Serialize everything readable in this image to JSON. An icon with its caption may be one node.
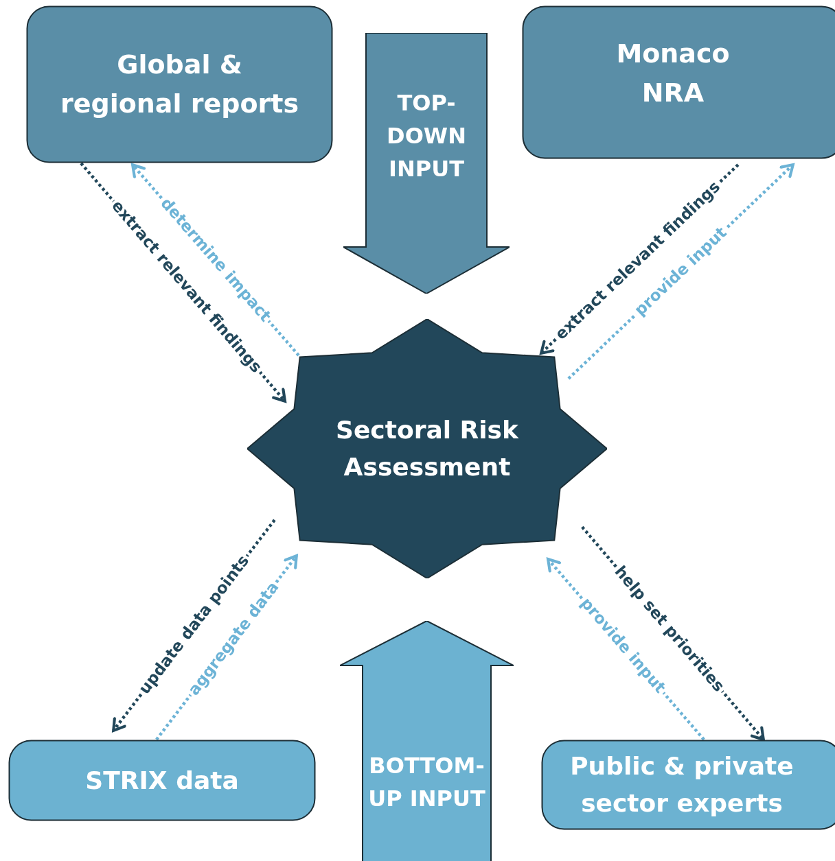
{
  "diagram": {
    "nodes": [
      {
        "text": [
          "Global & regional reports"
        ]
      },
      {
        "text": [
          "TOP-DOWN INPUT"
        ]
      },
      {
        "text": [
          "Monaco NRA"
        ]
      },
      {
        "text": [
          "Sectoral Risk Assessment"
        ]
      },
      {
        "text": [
          "STRIX data"
        ]
      },
      {
        "text": [
          "BOTTOM-UP INPUT"
        ]
      },
      {
        "text": [
          "Public & private sector experts"
        ]
      }
    ],
    "edges": [
      {
        "from": 0,
        "to": 3,
        "arrow": "to",
        "label": "extract relevant findings",
        "style": "dashed",
        "color": "#22475a"
      },
      {
        "from": 3,
        "to": 0,
        "arrow": "to",
        "label": "determine impact",
        "style": "dashed",
        "color": "#6cb3d6"
      },
      {
        "from": 2,
        "to": 3,
        "arrow": "to",
        "label": "extract relevant findings",
        "style": "dashed",
        "color": "#22475a"
      },
      {
        "from": 3,
        "to": 2,
        "arrow": "to",
        "label": "provide input",
        "style": "dashed",
        "color": "#6cb3d6"
      },
      {
        "from": 3,
        "to": 4,
        "arrow": "to",
        "label": "update data points",
        "style": "dashed",
        "color": "#22475a"
      },
      {
        "from": 4,
        "to": 3,
        "arrow": "to",
        "label": "aggregate data",
        "style": "dashed",
        "color": "#6cb3d6"
      },
      {
        "from": 3,
        "to": 6,
        "arrow": "to",
        "label": "help set priorities",
        "style": "dashed",
        "color": "#22475a"
      },
      {
        "from": 6,
        "to": 3,
        "arrow": "to",
        "label": "provide input",
        "style": "dashed",
        "color": "#6cb3d6"
      }
    ]
  }
}
